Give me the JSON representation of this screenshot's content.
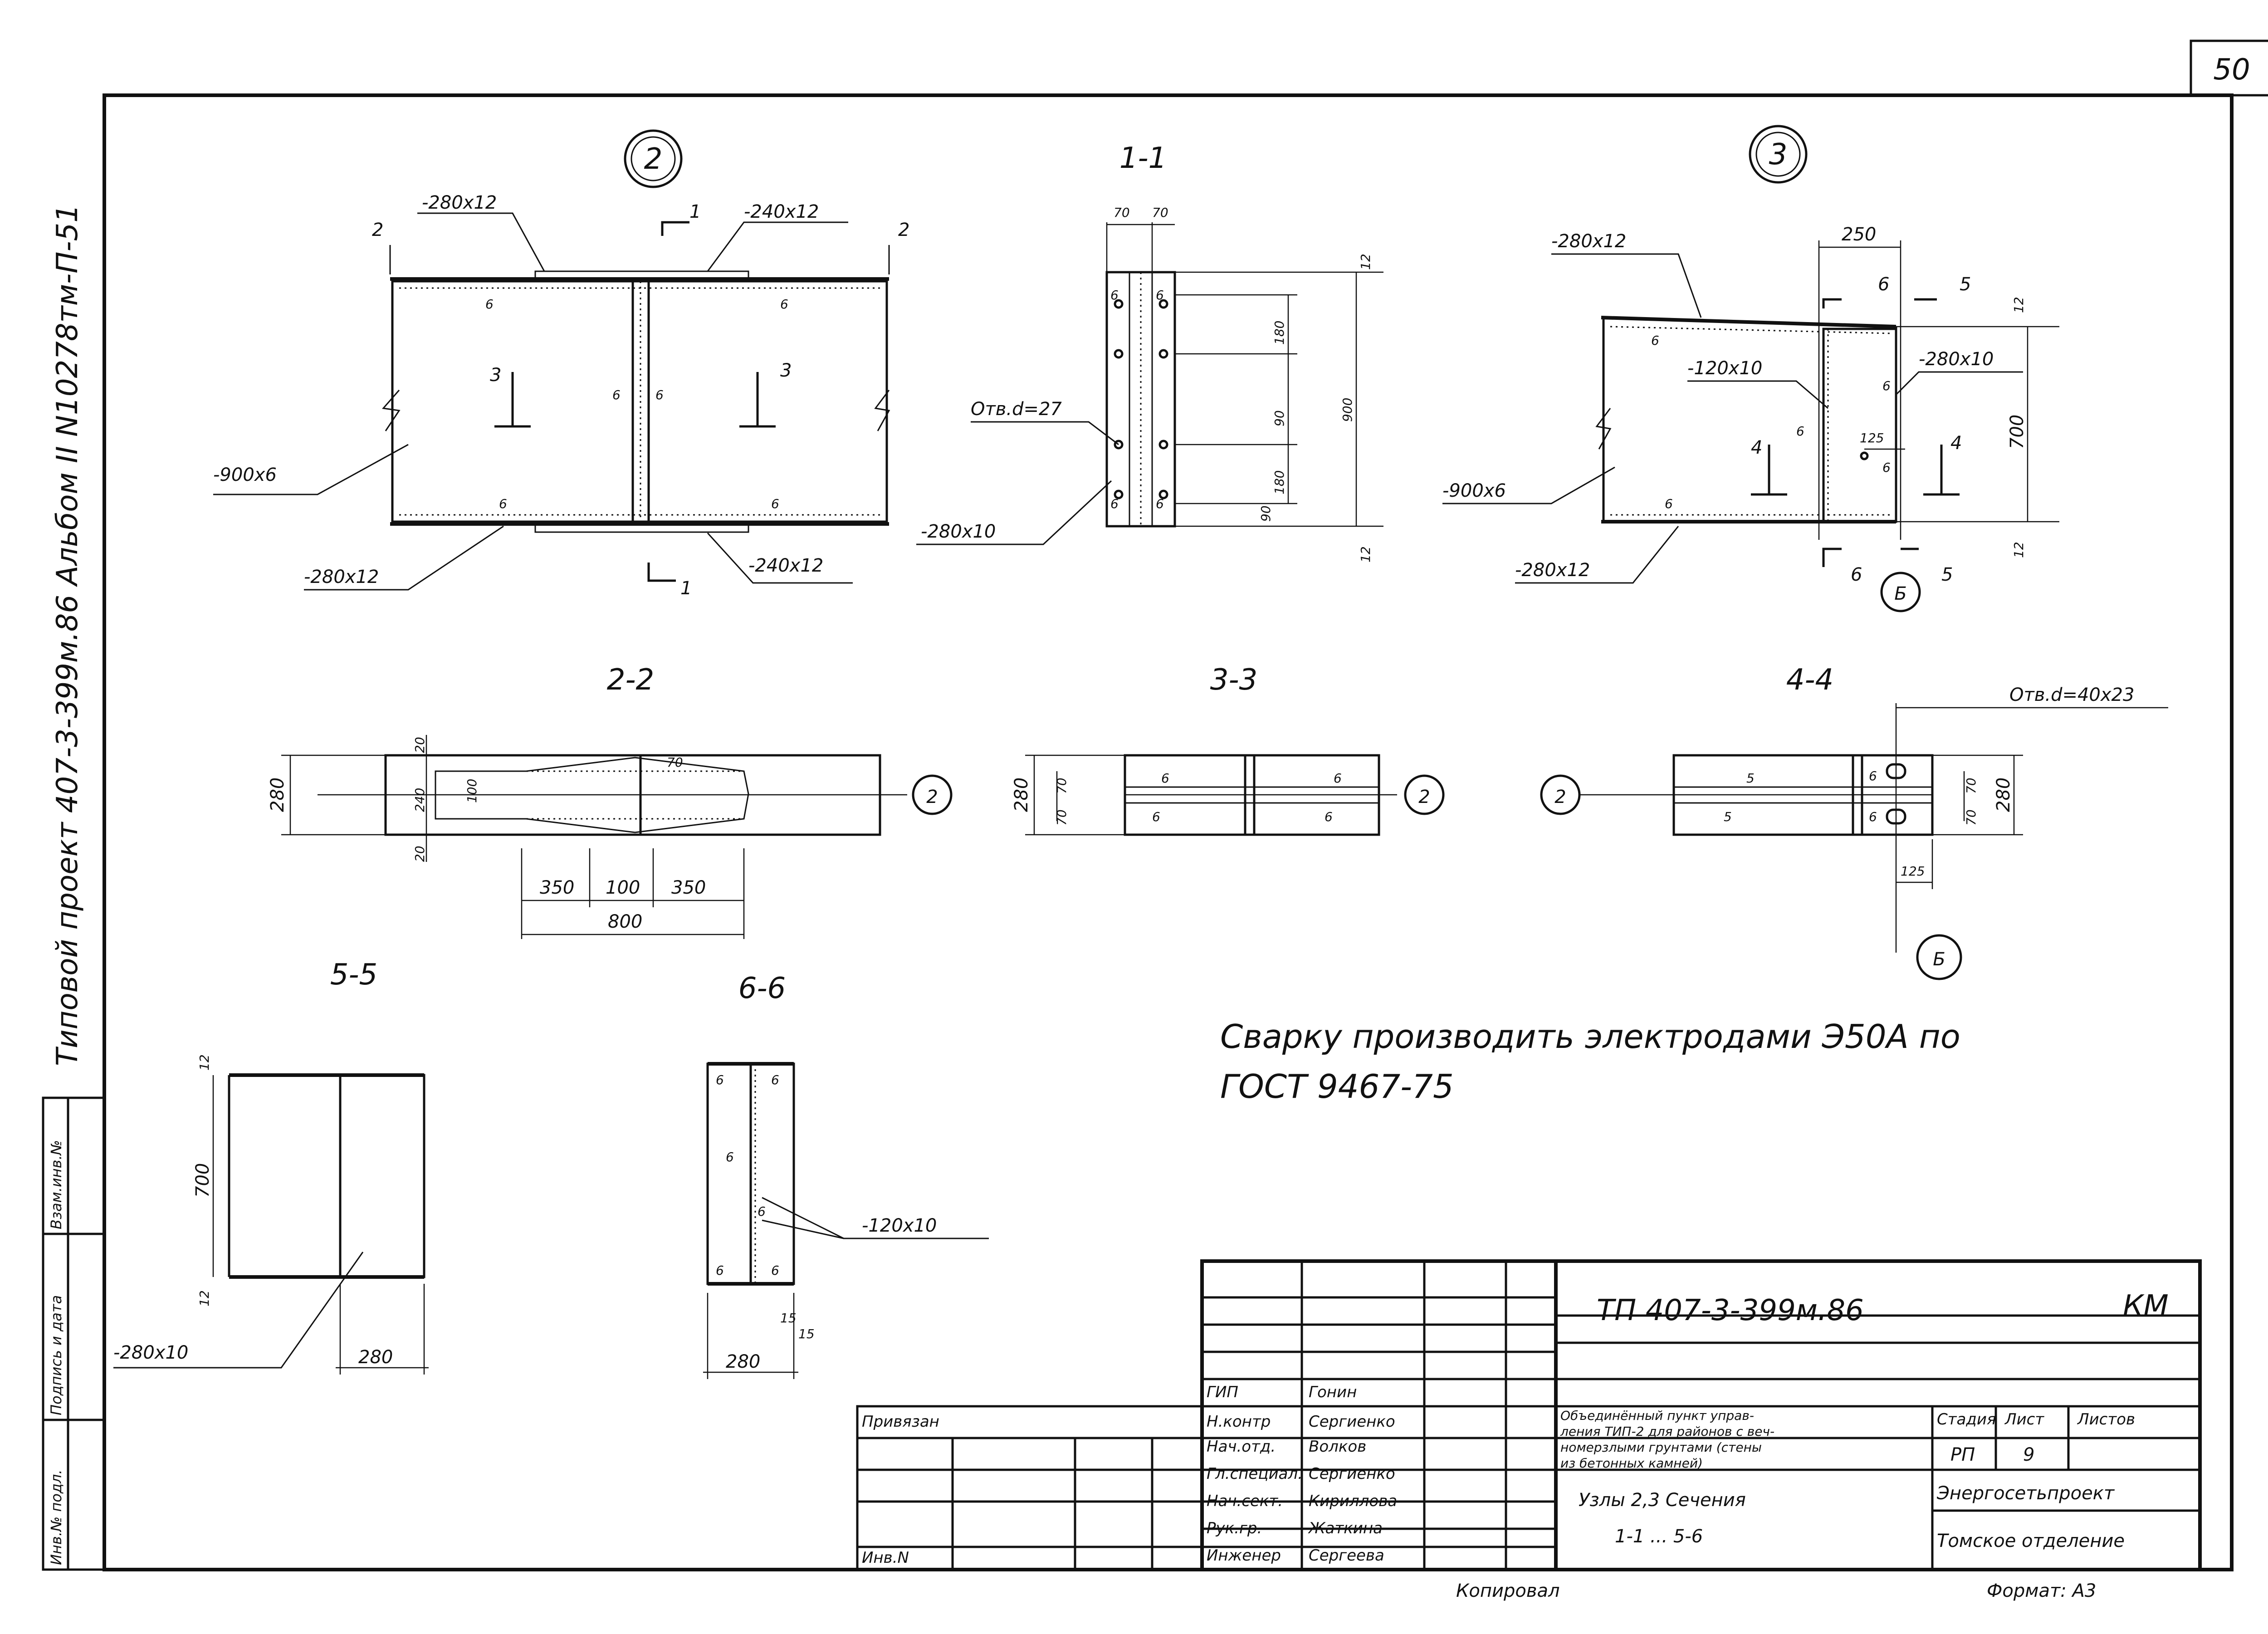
{
  "sheet_number": "50",
  "side_label": "Типовой проект 407-3-399м.86  Альбом II  N10278тм-П-51",
  "left_stamp": [
    "Инв.№ подл.",
    "Подпись и дата",
    "Взам.инв.№"
  ],
  "views": {
    "node2": {
      "marker": "2",
      "labels": [
        "-280x12",
        "-240x12",
        "-900x6",
        "-280x12",
        "-240x12"
      ],
      "cuts": [
        "2",
        "2",
        "1",
        "1",
        "3",
        "3"
      ],
      "welds": [
        "6",
        "6",
        "6",
        "6",
        "6",
        "6"
      ]
    },
    "s1_1": {
      "title": "1-1",
      "dims": [
        "70",
        "70",
        "12",
        "180",
        "900",
        "180",
        "90",
        "90",
        "12"
      ],
      "hole": "Отв.d=27",
      "plate": "-280x10",
      "welds": [
        "6",
        "6",
        "6",
        "6"
      ]
    },
    "node3": {
      "marker": "3",
      "labels": [
        "-280x12",
        "-120x10",
        "-280x10",
        "-900x6",
        "-280x12"
      ],
      "dims": [
        "250",
        "6",
        "5",
        "12",
        "700",
        "12",
        "125",
        "6",
        "5"
      ],
      "cuts": [
        "4",
        "4"
      ],
      "welds": [
        "6",
        "6",
        "6",
        "6",
        "6"
      ],
      "ref": "Б"
    },
    "s2_2": {
      "title": "2-2",
      "dims": [
        "280",
        "20",
        "240",
        "20",
        "100",
        "350",
        "100",
        "350",
        "800",
        "70"
      ],
      "ref": "2"
    },
    "s3_3": {
      "title": "3-3",
      "dims": [
        "280",
        "70",
        "70",
        "6",
        "6",
        "6",
        "6"
      ],
      "ref": "2"
    },
    "s4_4": {
      "title": "4-4",
      "hole": "Отв.d=40x23",
      "dims": [
        "70",
        "70",
        "280",
        "125",
        "5",
        "5",
        "6",
        "6"
      ],
      "ref_left": "2",
      "ref_bottom": "Б"
    },
    "s5_5": {
      "title": "5-5",
      "dims": [
        "12",
        "700",
        "12",
        "280"
      ],
      "plate": "-280x10"
    },
    "s6_6": {
      "title": "6-6",
      "dims": [
        "280",
        "15",
        "15"
      ],
      "plate": "-120x10",
      "welds": [
        "6",
        "6",
        "6",
        "6",
        "6",
        "6"
      ]
    }
  },
  "note_line1": "Сварку производить электродами Э50А по",
  "note_line2": "ГОСТ 9467-75",
  "title_block": {
    "code": "ТП 407-3-399м.86",
    "mark": "КМ",
    "roles": [
      "ГИП",
      "Н.контр",
      "Нач.отд.",
      "Гл.специал.",
      "Нач.сект.",
      "Рук.гр.",
      "Инженер"
    ],
    "names": [
      "Гонин",
      "Сергиенко",
      "Волков",
      "Сергиенко",
      "Кириллова",
      "Жаткина",
      "Сергеева"
    ],
    "object_text": [
      "Объединённый пункт управ-",
      "ления ТИП-2 для районов с веч-",
      "номерзлыми грунтами (стены",
      "из бетонных камней)"
    ],
    "sheet_title": [
      "Узлы 2,3  Сечения",
      "1-1 ... 5-6"
    ],
    "stage_h": "Стадия",
    "sheet_h": "Лист",
    "sheets_h": "Листов",
    "stage": "РП",
    "sheet": "9",
    "org1": "Энергосетьпроект",
    "org2": "Томское отделение",
    "privyazan": "Привязан",
    "inv": "Инв.N"
  },
  "copied": "Копировал",
  "format": "Формат: А3"
}
